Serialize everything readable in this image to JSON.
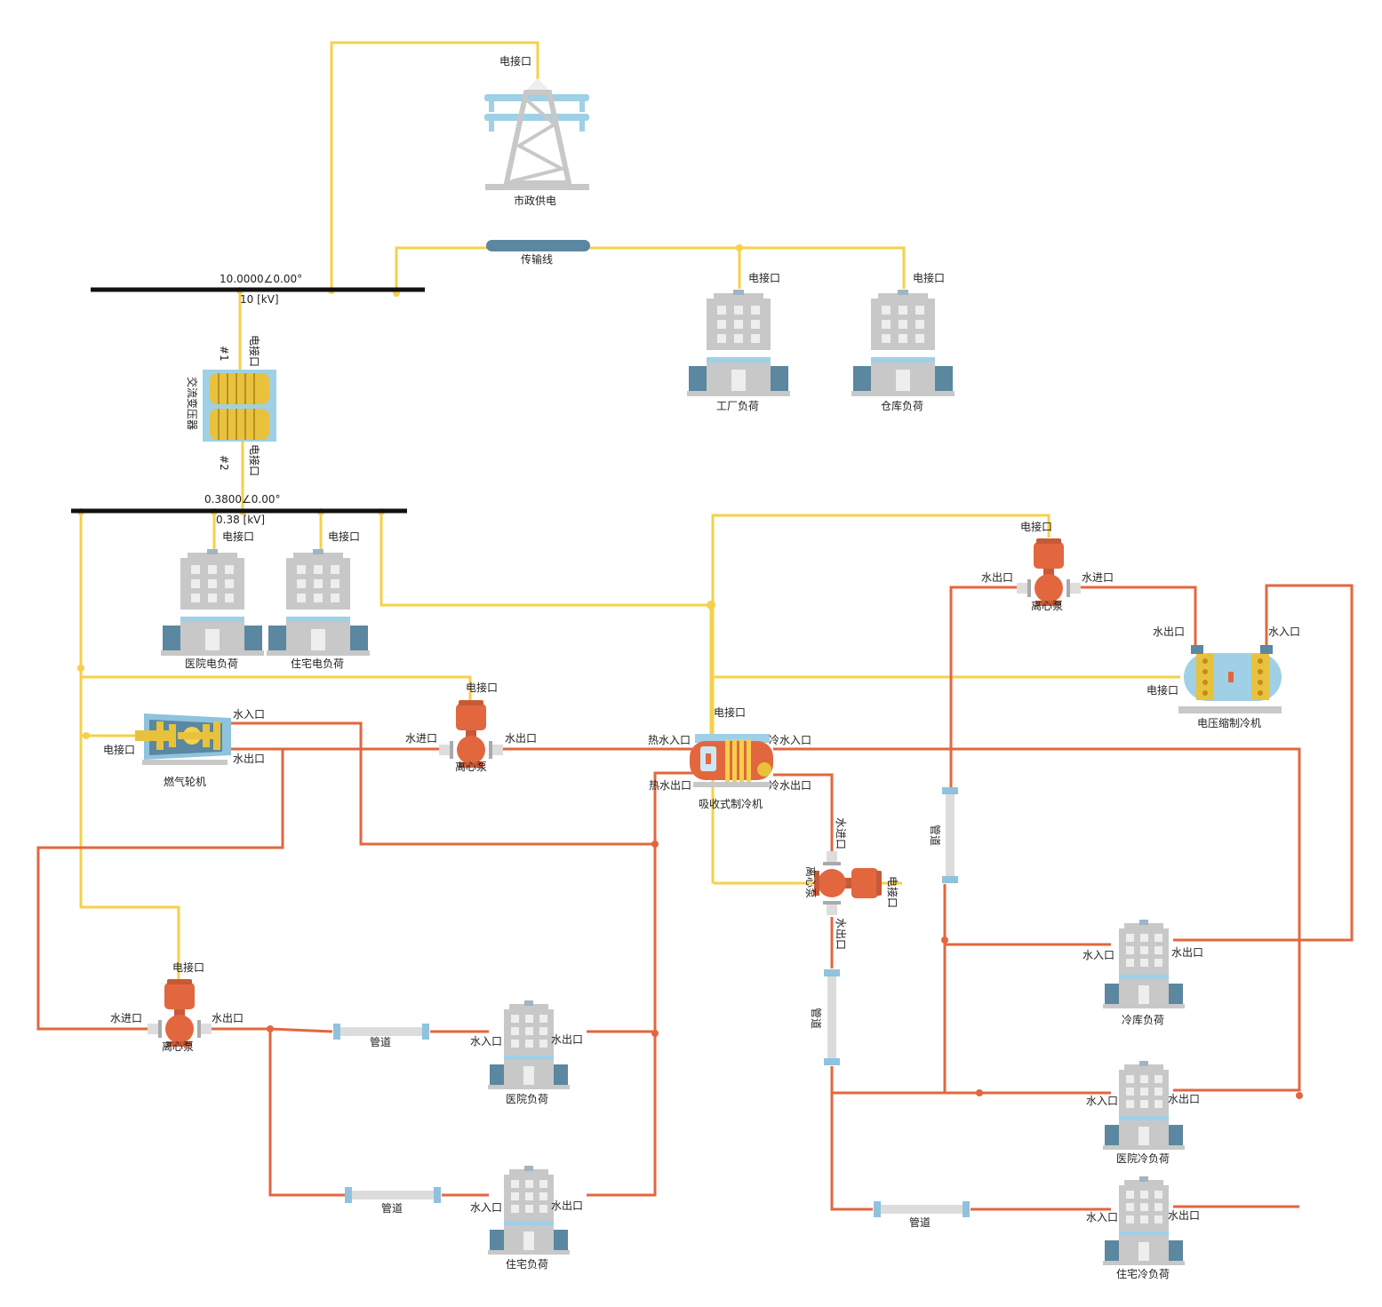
{
  "labels": {
    "elec_port": "电接口",
    "water_in": "水入口",
    "water_out": "水出口",
    "water_inlet": "水进口",
    "hot_in": "热水入口",
    "hot_out": "热水出口",
    "cold_in": "冷水入口",
    "cold_out": "冷水出口"
  },
  "bus": {
    "hv": {
      "value": "10.0000∠0.00°",
      "kv": "10 [kV]"
    },
    "lv": {
      "value": "0.3800∠0.00°",
      "kv": "0.38 [kV]"
    }
  },
  "transformer": {
    "name": "交流变压器",
    "w1": "#1",
    "w2": "#2"
  },
  "components": {
    "grid": "市政供电",
    "line": "传输线",
    "factory": "工厂负荷",
    "warehouse": "仓库负荷",
    "hospital_elec": "医院电负荷",
    "residential_elec": "住宅电负荷",
    "gas_turbine": "燃气轮机",
    "pump": "离心泵",
    "absorption_chiller": "吸收式制冷机",
    "compression_chiller": "电压缩制冷机",
    "pipe": "管道",
    "hospital_load": "医院负荷",
    "residential_load": "住宅负荷",
    "cold_storage": "冷库负荷",
    "hospital_cold": "医院冷负荷",
    "residential_cold": "住宅冷负荷"
  },
  "colors": {
    "electric": "#f5d04a",
    "water": "#e2673f",
    "bus": "#111111"
  }
}
